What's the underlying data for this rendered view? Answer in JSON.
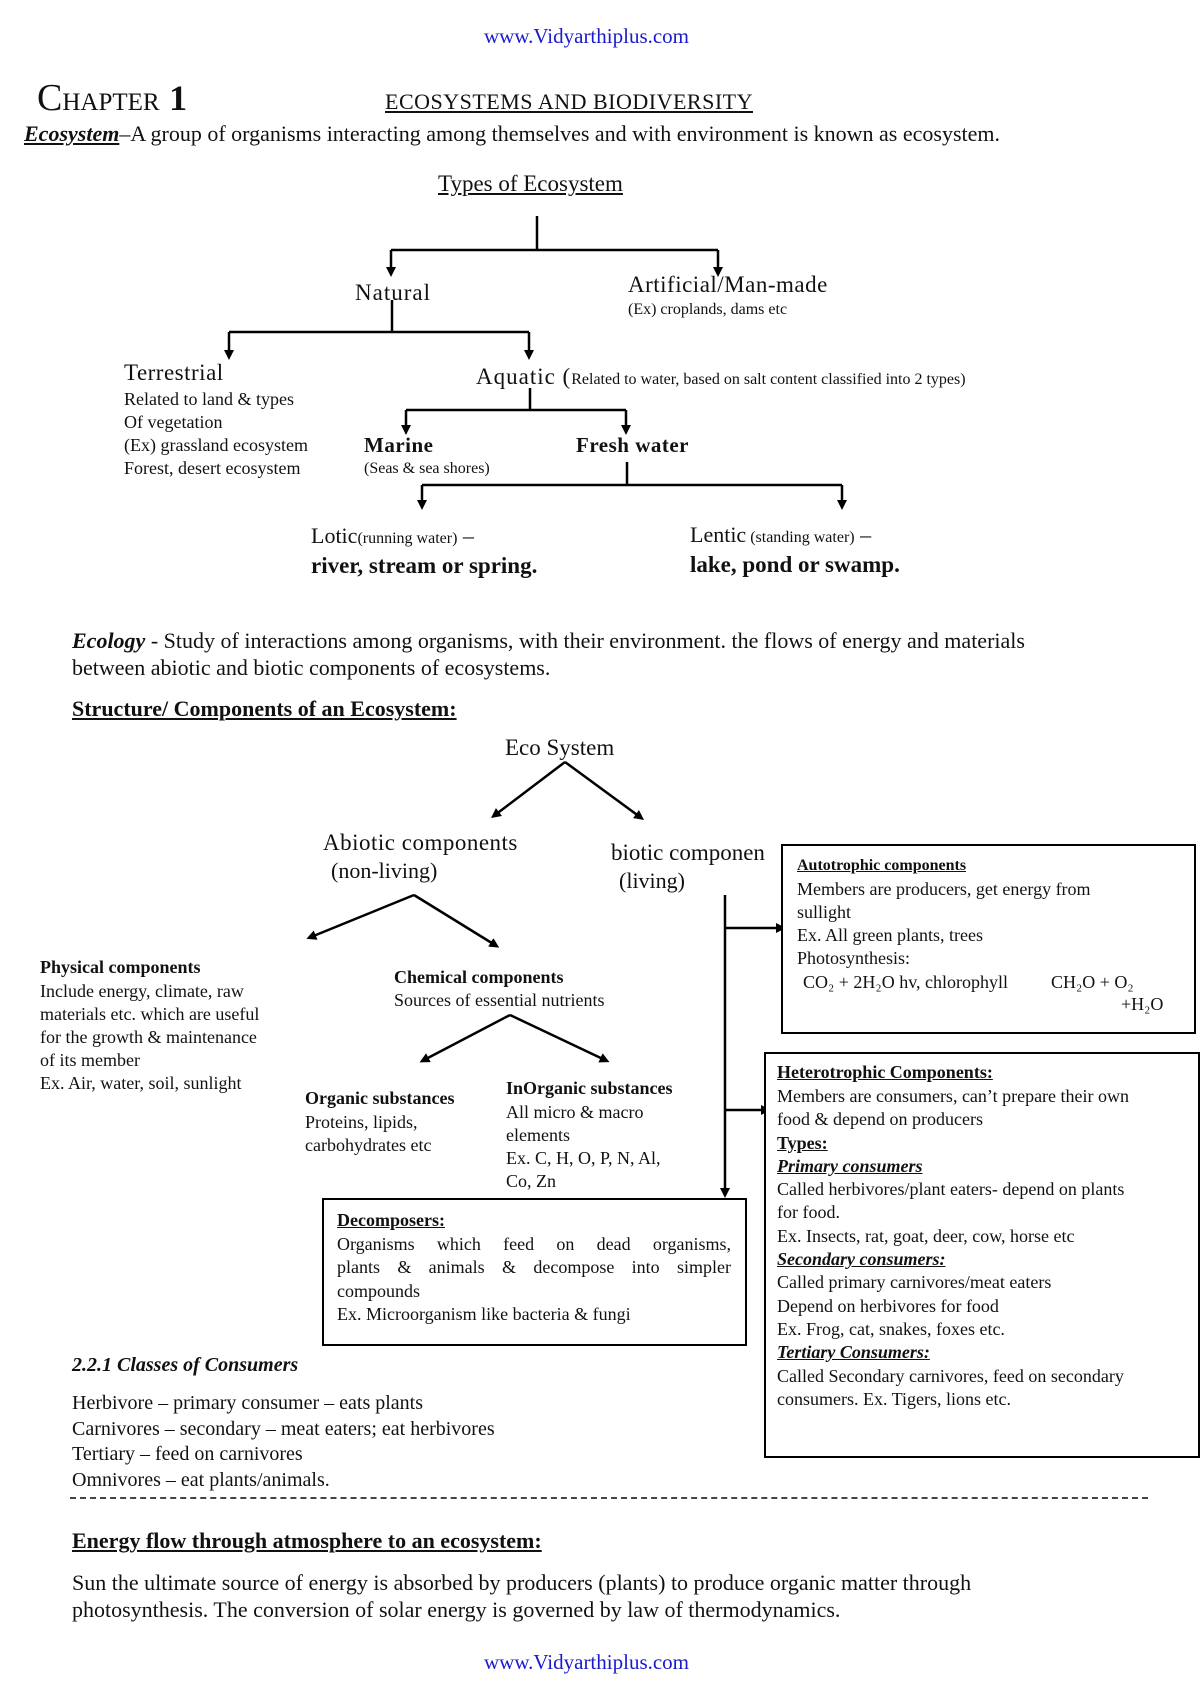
{
  "header_link": "www.Vidyarthiplus.com",
  "footer_link": "www.Vidyarthiplus.com",
  "chapter": {
    "prefix": "C",
    "word": "HAPTER",
    "number": "1"
  },
  "title": "ECOSYSTEMS AND BIODIVERSITY",
  "ecosystem_def": {
    "term": "Ecosystem",
    "sep": "–",
    "text": "A group of organisms interacting among themselves and with environment is known as ecosystem."
  },
  "types": {
    "heading": "Types of Ecosystem",
    "natural": "Natural",
    "artificial": "Artificial/Man-made",
    "artificial_ex": "(Ex) croplands, dams etc",
    "terrestrial": "Terrestrial",
    "terrestrial_lines": [
      "Related to land & types",
      "Of vegetation",
      "(Ex) grassland ecosystem",
      "Forest, desert ecosystem"
    ],
    "aquatic": "Aquatic (",
    "aquatic_note": "Related to water, based on salt content classified into 2 types)",
    "marine": "Marine",
    "marine_note": "(Seas & sea shores)",
    "fresh": "Fresh water",
    "lotic": "Lotic",
    "lotic_note": "(running water)",
    "lotic_dash": " –",
    "lotic_ex": "river, stream or spring.",
    "lentic": "Lentic",
    "lentic_note": " (standing water)",
    "lentic_dash": " –",
    "lentic_ex": "lake, pond or swamp."
  },
  "ecology": {
    "term": "Ecology",
    "text": " - Study of interactions among organisms, with their environment. the flows of energy and materials",
    "text2": "between abiotic and biotic components of ecosystems."
  },
  "structure": {
    "heading": "Structure/ Components of an Ecosystem:",
    "eco_system": "Eco System",
    "abiotic": "Abiotic components",
    "abiotic_sub": "(non-living)",
    "biotic": "biotic componen",
    "biotic_sub": "(living)",
    "physical_title": "Physical components",
    "physical_lines": [
      "Include energy, climate, raw",
      "materials etc. which are useful",
      "for the growth & maintenance",
      "of its member",
      "Ex. Air, water, soil, sunlight"
    ],
    "chemical_title": "Chemical components",
    "chemical_sub": "Sources of essential nutrients",
    "organic_title": "Organic substances",
    "organic_lines": [
      "Proteins, lipids,",
      "carbohydrates etc"
    ],
    "inorganic_title": "InOrganic substances",
    "inorganic_lines": [
      "All micro & macro",
      "elements",
      "Ex. C, H, O, P, N, Al,",
      "Co, Zn"
    ],
    "autotrophic": {
      "title": "Autotrophic components",
      "lines": [
        "Members are producers, get energy from",
        "sullight",
        "Ex. All green plants, trees",
        "Photosynthesis:"
      ],
      "eq_left": "CO₂ + 2H₂O hv, chlorophyll",
      "eq_right": "CH₂O + O₂",
      "eq_right2": "+H₂O"
    },
    "heterotrophic": {
      "title": "Heterotrophic Components:",
      "lines1": [
        "Members are consumers, can’t prepare their own",
        "food & depend on producers"
      ],
      "types": "Types:",
      "primary": "Primary consumers",
      "primary_lines": [
        "Called herbivores/plant eaters- depend on plants",
        "for food.",
        "Ex. Insects, rat, goat, deer, cow, horse etc"
      ],
      "secondary": "Secondary consumers:",
      "secondary_lines": [
        "Called primary carnivores/meat eaters",
        "Depend on herbivores for food",
        "Ex. Frog, cat, snakes, foxes etc."
      ],
      "tertiary": "Tertiary Consumers:",
      "tertiary_lines": [
        "Called Secondary carnivores, feed on secondary",
        "consumers. Ex. Tigers, lions etc."
      ]
    },
    "decomposers": {
      "title": "Decomposers:",
      "lines": [
        "Organisms which feed on dead organisms,",
        "plants & animals & decompose into simpler",
        "compounds",
        "Ex. Microorganism like bacteria & fungi"
      ]
    }
  },
  "classes": {
    "heading": "2.2.1 Classes of Consumers",
    "lines": [
      "Herbivore – primary consumer – eats plants",
      "Carnivores – secondary – meat eaters; eat herbivores",
      "Tertiary – feed on carnivores",
      "Omnivores – eat plants/animals."
    ]
  },
  "energy": {
    "heading": "Energy flow through atmosphere to an ecosystem:",
    "lines": [
      "Sun the ultimate source of energy is absorbed by producers (plants) to produce organic matter through",
      "photosynthesis.  The conversion of solar energy is governed by law of thermodynamics."
    ]
  }
}
